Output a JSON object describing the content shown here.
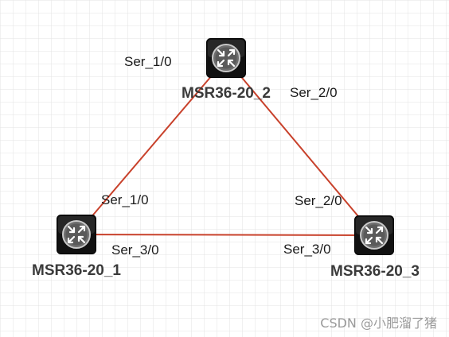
{
  "topology": {
    "routers": [
      {
        "id": "r1",
        "name": "MSR36-20_1",
        "icon": "router-icon"
      },
      {
        "id": "r2",
        "name": "MSR36-20_2",
        "icon": "router-icon"
      },
      {
        "id": "r3",
        "name": "MSR36-20_3",
        "icon": "router-icon"
      }
    ],
    "links": [
      {
        "from": "r1",
        "to": "r2",
        "from_port": "Ser_1/0",
        "to_port": "Ser_1/0"
      },
      {
        "from": "r2",
        "to": "r3",
        "from_port": "Ser_2/0",
        "to_port": "Ser_2/0"
      },
      {
        "from": "r1",
        "to": "r3",
        "from_port": "Ser_3/0",
        "to_port": "Ser_3/0"
      }
    ],
    "link_color": "#c8412b",
    "grid": true
  },
  "watermark": "CSDN @小肥溜了猪"
}
